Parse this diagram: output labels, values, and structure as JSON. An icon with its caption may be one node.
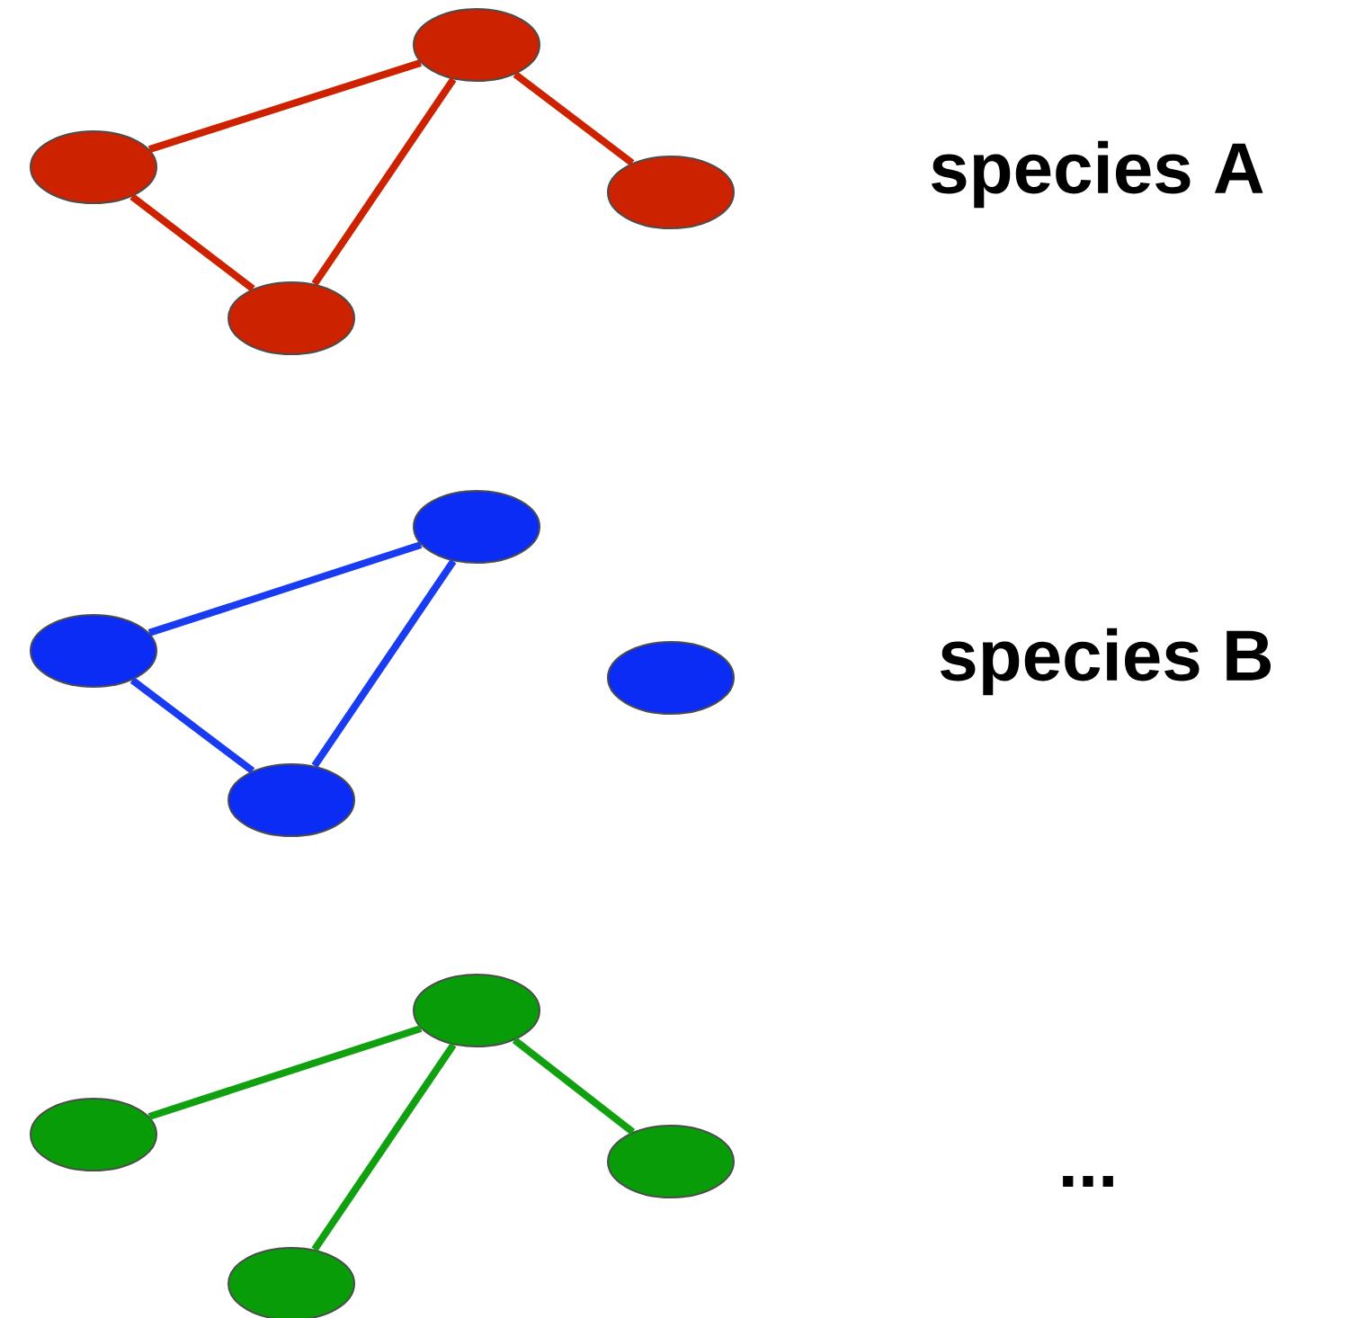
{
  "diagram": {
    "nodes": [
      {
        "text": [],
        "shape": "circle"
      },
      {
        "text": [],
        "shape": "circle"
      },
      {
        "text": [],
        "shape": "circle"
      },
      {
        "text": [],
        "shape": "circle"
      },
      {
        "text": [],
        "shape": "circle"
      },
      {
        "text": [],
        "shape": "circle"
      },
      {
        "text": [],
        "shape": "circle"
      },
      {
        "text": [],
        "shape": "circle"
      },
      {
        "text": [],
        "shape": "circle"
      },
      {
        "text": [],
        "shape": "circle"
      },
      {
        "text": [],
        "shape": "circle"
      },
      {
        "text": [],
        "shape": "circle"
      }
    ],
    "edges": [
      {
        "from": 1,
        "to": 0,
        "arrow": "none",
        "color": "#cc2200"
      },
      {
        "from": 0,
        "to": 3,
        "arrow": "none",
        "color": "#cc2200"
      },
      {
        "from": 1,
        "to": 3,
        "arrow": "none",
        "color": "#cc2200"
      },
      {
        "from": 0,
        "to": 2,
        "arrow": "none",
        "color": "#cc2200"
      },
      {
        "from": 5,
        "to": 4,
        "arrow": "none",
        "color": "#1a3cf0"
      },
      {
        "from": 4,
        "to": 7,
        "arrow": "none",
        "color": "#1a3cf0"
      },
      {
        "from": 5,
        "to": 7,
        "arrow": "none",
        "color": "#1a3cf0"
      },
      {
        "from": 9,
        "to": 8,
        "arrow": "none",
        "color": "#10a010"
      },
      {
        "from": 8,
        "to": 11,
        "arrow": "none",
        "color": "#10a010"
      },
      {
        "from": 8,
        "to": 10,
        "arrow": "none",
        "color": "#10a010"
      }
    ],
    "labels": [
      "species A",
      "species B",
      "..."
    ]
  }
}
